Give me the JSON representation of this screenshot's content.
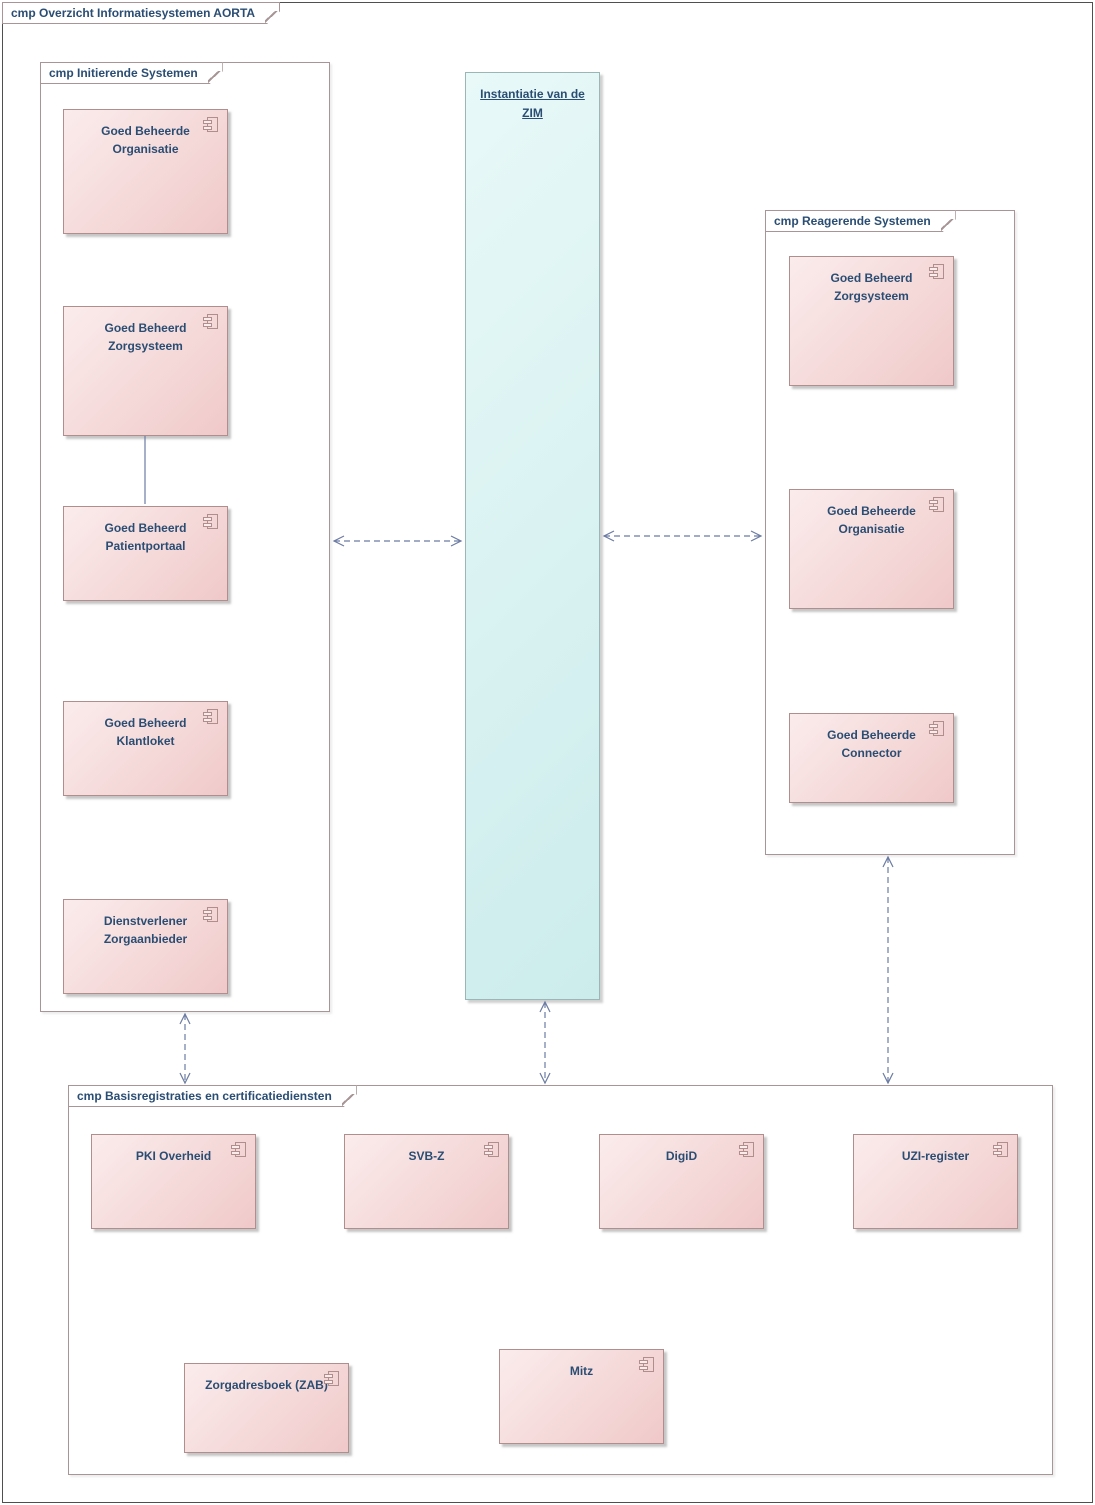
{
  "diagram": {
    "title": "cmp Overzicht Informatiesystemen AORTA"
  },
  "zim": {
    "title": "Instantiatie van de ZIM"
  },
  "frames": {
    "initierende": {
      "label": "cmp Initierende Systemen",
      "components": [
        {
          "name": "Goed Beheerde Organisatie"
        },
        {
          "name": "Goed Beheerd Zorgsysteem"
        },
        {
          "name": "Goed Beheerd Patientportaal"
        },
        {
          "name": "Goed Beheerd Klantloket"
        },
        {
          "name": "Dienstverlener Zorgaanbieder"
        }
      ]
    },
    "reagerende": {
      "label": "cmp Reagerende Systemen",
      "components": [
        {
          "name": "Goed Beheerd Zorgsysteem"
        },
        {
          "name": "Goed Beheerde Organisatie"
        },
        {
          "name": "Goed Beheerde Connector"
        }
      ]
    },
    "basis": {
      "label": "cmp Basisregistraties en certificatiediensten",
      "components": [
        {
          "name": "PKI Overheid"
        },
        {
          "name": "SVB-Z"
        },
        {
          "name": "DigiD"
        },
        {
          "name": "UZI-register"
        },
        {
          "name": "Zorgadresboek (ZAB)"
        },
        {
          "name": "Mitz"
        }
      ]
    }
  },
  "colors": {
    "text": "#2a4d73",
    "frame_border": "#a89595",
    "component_fill_light": "#fbecec",
    "component_fill_dark": "#f0c9c9",
    "component_border": "#b08e8e",
    "zim_fill_light": "#e8f9f8",
    "zim_fill_dark": "#ccecec",
    "zim_border": "#9ab6b6",
    "connector": "#6b7ba3"
  }
}
